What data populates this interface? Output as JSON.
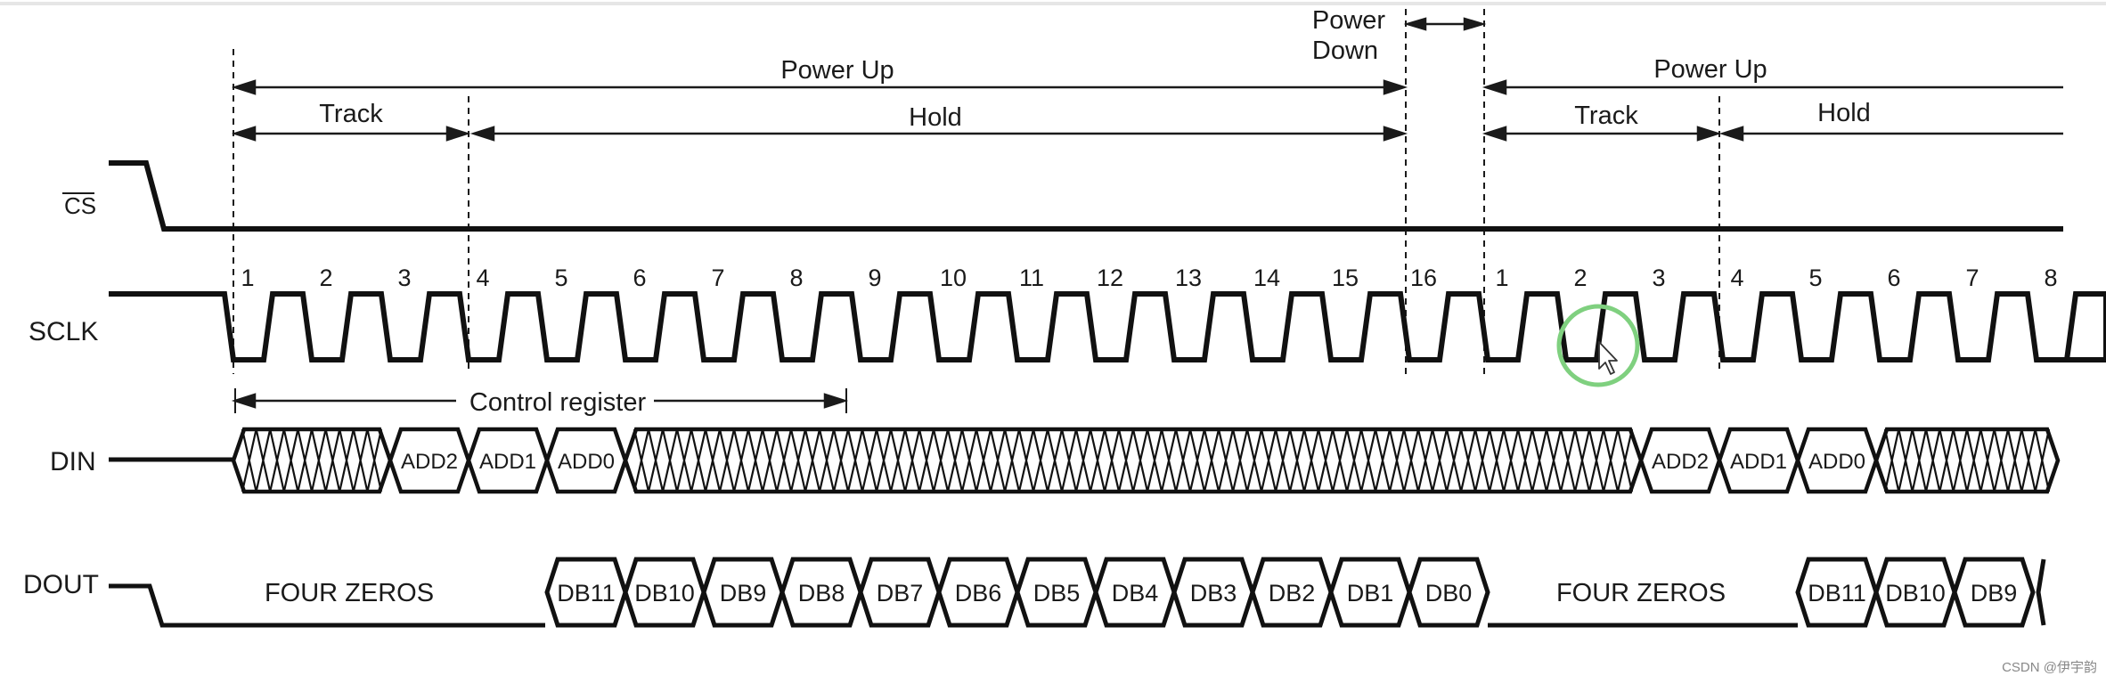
{
  "signals": {
    "cs": "CS",
    "sclk": "SCLK",
    "din": "DIN",
    "dout": "DOUT"
  },
  "phases": {
    "power_up_1": "Power Up",
    "power_down_line1": "Power",
    "power_down_line2": "Down",
    "power_up_2": "Power Up",
    "track_1": "Track",
    "hold_1": "Hold",
    "track_2": "Track",
    "hold_2": "Hold"
  },
  "control_register": "Control register",
  "sclk_numbers": [
    "1",
    "2",
    "3",
    "4",
    "5",
    "6",
    "7",
    "8",
    "9",
    "10",
    "11",
    "12",
    "13",
    "14",
    "15",
    "16",
    "1",
    "2",
    "3",
    "4",
    "5",
    "6",
    "7",
    "8"
  ],
  "din_cells": [
    "ADD2",
    "ADD1",
    "ADD0",
    "ADD2",
    "ADD1",
    "ADD0"
  ],
  "dout_zeros": [
    "FOUR ZEROS",
    "FOUR ZEROS"
  ],
  "dout_cells": [
    "DB11",
    "DB10",
    "DB9",
    "DB8",
    "DB7",
    "DB6",
    "DB5",
    "DB4",
    "DB3",
    "DB2",
    "DB1",
    "DB0",
    "DB11",
    "DB10",
    "DB9"
  ],
  "watermark": "CSDN @伊宇韵"
}
